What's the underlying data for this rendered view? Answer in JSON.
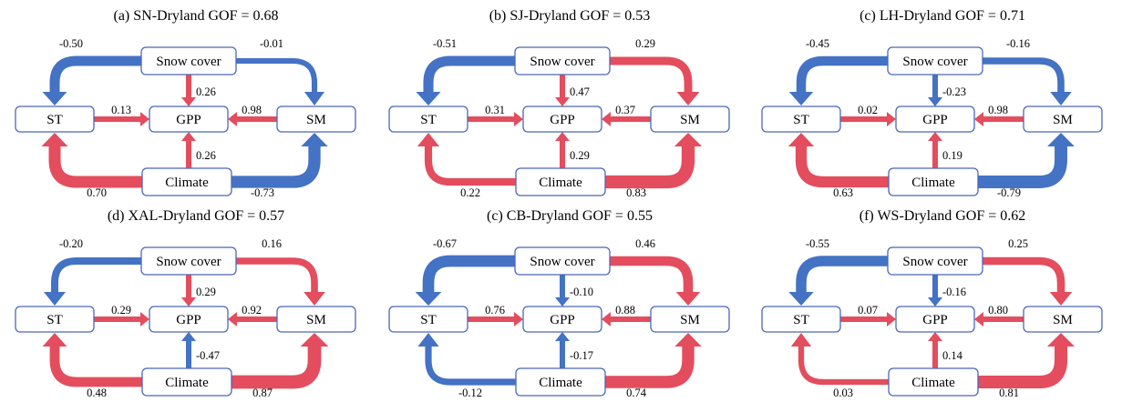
{
  "colors": {
    "positive": "#e34d5e",
    "negative": "#4472c4",
    "box_border": "#4a68b8"
  },
  "node_labels": {
    "snow": "Snow cover",
    "st": "ST",
    "gpp": "GPP",
    "sm": "SM",
    "climate": "Climate"
  },
  "panels": [
    {
      "title": "(a) SN-Dryland  GOF = 0.68",
      "paths": {
        "snow_st": "-0.50",
        "snow_sm": "-0.01",
        "snow_gpp": "0.26",
        "st_gpp": "0.13",
        "sm_gpp": "0.98",
        "climate_gpp": "0.26",
        "climate_st": "0.70",
        "climate_sm": "-0.73"
      }
    },
    {
      "title": "(b) SJ-Dryland  GOF = 0.53",
      "paths": {
        "snow_st": "-0.51",
        "snow_sm": "0.29",
        "snow_gpp": "0.47",
        "st_gpp": "0.31",
        "sm_gpp": "0.37",
        "climate_gpp": "0.29",
        "climate_st": "0.22",
        "climate_sm": "0.83"
      }
    },
    {
      "title": "(c) LH-Dryland  GOF = 0.71",
      "paths": {
        "snow_st": "-0.45",
        "snow_sm": "-0.16",
        "snow_gpp": "-0.23",
        "st_gpp": "0.02",
        "sm_gpp": "0.98",
        "climate_gpp": "0.19",
        "climate_st": "0.63",
        "climate_sm": "-0.79"
      }
    },
    {
      "title": "(d) XAL-Dryland  GOF = 0.57",
      "paths": {
        "snow_st": "-0.20",
        "snow_sm": "0.16",
        "snow_gpp": "0.29",
        "st_gpp": "0.29",
        "sm_gpp": "0.92",
        "climate_gpp": "-0.47",
        "climate_st": "0.48",
        "climate_sm": "0.87"
      }
    },
    {
      "title": "(c) CB-Dryland  GOF = 0.55",
      "paths": {
        "snow_st": "-0.67",
        "snow_sm": "0.46",
        "snow_gpp": "-0.10",
        "st_gpp": "0.76",
        "sm_gpp": "0.88",
        "climate_gpp": "-0.17",
        "climate_st": "-0.12",
        "climate_sm": "0.74"
      }
    },
    {
      "title": "(f) WS-Dryland  GOF = 0.62",
      "paths": {
        "snow_st": "-0.55",
        "snow_sm": "0.25",
        "snow_gpp": "-0.16",
        "st_gpp": "0.07",
        "sm_gpp": "0.80",
        "climate_gpp": "0.14",
        "climate_st": "0.03",
        "climate_sm": "0.81"
      }
    }
  ]
}
